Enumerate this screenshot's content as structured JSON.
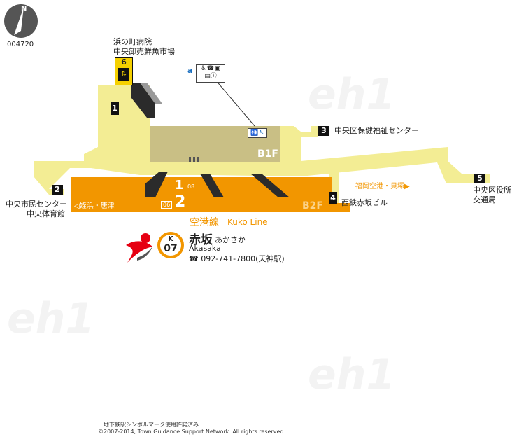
{
  "map_id": "004720",
  "compass": {
    "north": "N"
  },
  "exits": {
    "e1": "1",
    "e2": "2",
    "e3": "3",
    "e4": "4",
    "e5": "5",
    "e6": "6"
  },
  "labels": {
    "exit6_line1": "浜の町病院",
    "exit6_line2": "中央卸売鮮魚市場",
    "exit3": "中央区保健福祉センター",
    "exit2_line1": "中央市民センター",
    "exit2_line2": "中央体育館",
    "exit4": "西鉄赤坂ビル",
    "exit5_line1": "中央区役所",
    "exit5_line2": "交通局"
  },
  "floors": {
    "b1": "B1F",
    "b2": "B2F"
  },
  "platforms": {
    "p1": "1",
    "p2": "2",
    "dir_east": "福岡空港・貝塚▶",
    "dir_west": "◁姪浜・唐津",
    "p1_code": "08",
    "p2_code": "06"
  },
  "line": {
    "name_ja": "空港線",
    "name_en": "Kuko Line",
    "color": "#f29600"
  },
  "station": {
    "code_letter": "K",
    "code_number": "07",
    "name_ja": "赤坂",
    "name_kana": "あかさか",
    "name_en": "Akasaka",
    "phone": "☎ 092-741-7800(天神駅)"
  },
  "facility_marker": "a",
  "colors": {
    "concourse": "#f3ed94",
    "b1_area": "#c9bf85",
    "platform": "#f29600",
    "stairs_dark": "#2b2b2b"
  },
  "footer": {
    "line1": "地下鉄駅シンボルマーク使用許諾済み",
    "line2": "©2007-2014, Town Guidance Support Network. All rights reserved."
  }
}
